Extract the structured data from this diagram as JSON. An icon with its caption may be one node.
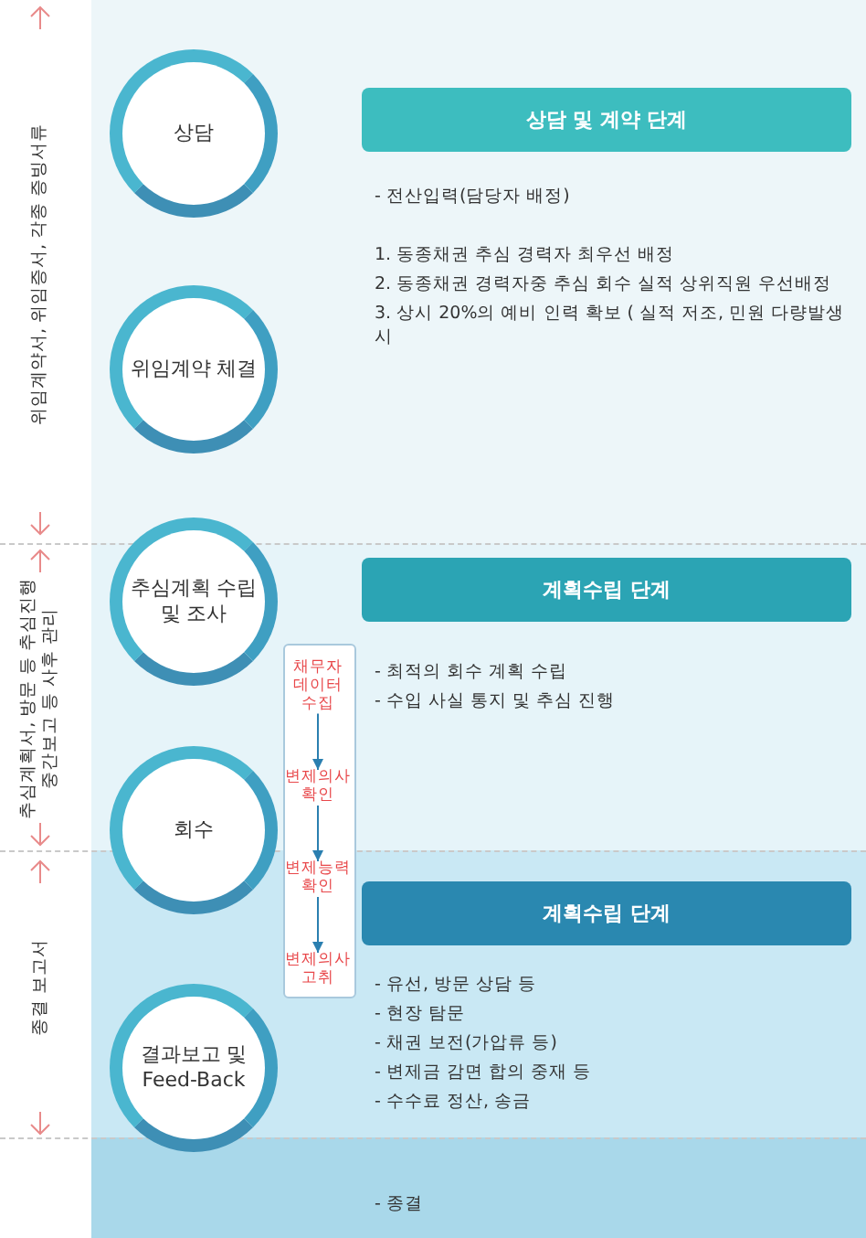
{
  "diagram": {
    "nodes": [
      {
        "text": [
          "상담"
        ]
      },
      {
        "text": [
          "위임계약 체결"
        ]
      },
      {
        "text": [
          "추심계획 수립 및 조사"
        ]
      },
      {
        "text": [
          "회수"
        ]
      },
      {
        "text": [
          "결과보고 및 Feed-Back"
        ]
      },
      {
        "text": [
          "상담 및 계약 단계"
        ]
      },
      {
        "text": [
          "계획수립 단계"
        ]
      },
      {
        "text": [
          "계획수립 단계"
        ]
      },
      {
        "text": [],
        "shape": "box"
      },
      {
        "text": [
          "채무자 데이터 수집"
        ],
        "in": 8
      },
      {
        "text": [
          "변제의사 확인"
        ],
        "in": 8
      },
      {
        "text": [
          "변제능력 확인"
        ],
        "in": 8
      },
      {
        "text": [
          "변제의사 고취"
        ],
        "in": 8
      }
    ],
    "edges": [
      {
        "from": 9,
        "to": 10,
        "arrow": "to"
      },
      {
        "from": 10,
        "to": 11,
        "arrow": "to"
      },
      {
        "from": 11,
        "to": 12,
        "arrow": "to"
      }
    ],
    "labels": [
      "위임계약서, 위임증서, 각종 증빙서류",
      "- 전산입력(담당자 배정)",
      "1. 동종채권 추심 경력자 최우선 배정",
      "2. 동종채권 경력자중 추심 회수 실적 상위직원 우선배정",
      "3. 상시 20%의 예비 인력 확보 ( 실적 저조, 민원 다량발생시",
      "추심계획서, 방문 등 추심진행 중간보고 등 사후 관리",
      "- 최적의 회수 계획 수립",
      "- 수입 사실 통지 및 추심 진행",
      "종결 보고서",
      "- 유선, 방문 상담 등",
      "- 현장 탐문",
      "- 채권 보전(가압류 등)",
      "- 변제금 감면 합의 중재 등",
      "- 수수료 정산, 송금",
      "- 종결"
    ]
  }
}
